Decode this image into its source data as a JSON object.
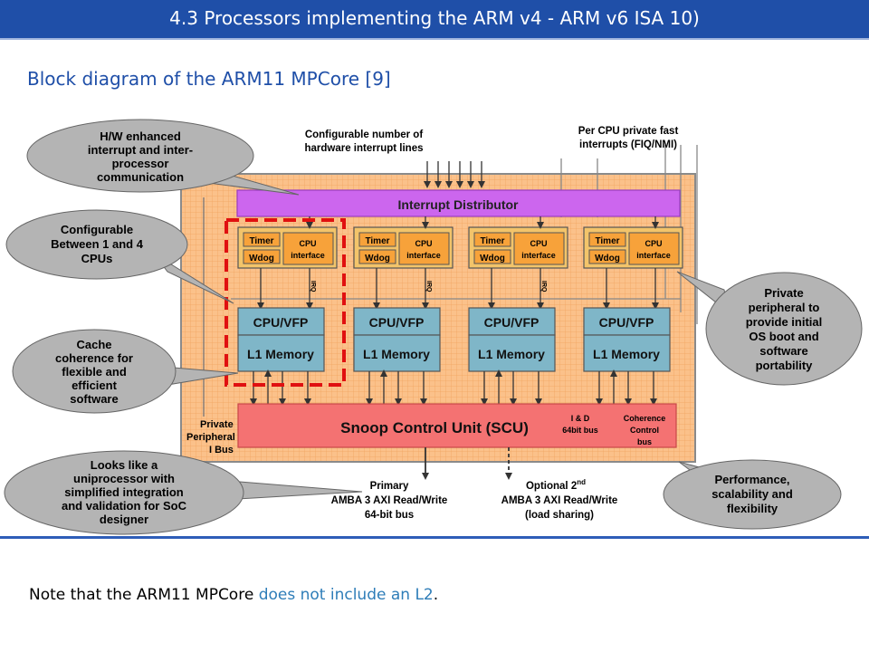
{
  "header": {
    "title": "4.3 Processors implementing the ARM v4 - ARM v6 ISA 10)"
  },
  "subtitle": "Block diagram of the ARM11 MPCore [9]",
  "diagram": {
    "interrupt_distributor": "Interrupt Distributor",
    "timer_label": "Timer",
    "wdog_label": "Wdog",
    "cpu_interface_line1": "CPU",
    "cpu_interface_line2": "interface",
    "irq_label": "IRQ",
    "cpu_vfp": "CPU/VFP",
    "l1_memory": "L1 Memory",
    "scu": "Snoop Control Unit (SCU)",
    "id_bus_line1": "I & D",
    "id_bus_line2": "64bit bus",
    "coherence_line1": "Coherence",
    "coherence_line2": "Control",
    "coherence_line3": "bus",
    "private_bus_line1": "Private",
    "private_bus_line2": "Peripheral",
    "private_bus_line3": "I Bus",
    "top_interrupt_lines_1": "Configurable number of",
    "top_interrupt_lines_2": "hardware interrupt lines",
    "top_fiq_1": "Per CPU private fast",
    "top_fiq_2": "interrupts (FIQ/NMI)",
    "primary_1": "Primary",
    "primary_2": "AMBA 3 AXI Read/Write",
    "primary_3": "64-bit bus",
    "optional_1": "Optional 2",
    "optional_sup": "nd",
    "optional_2": "AMBA 3 AXI Read/Write",
    "optional_3": "(load sharing)",
    "callout_hw_1": "H/W enhanced",
    "callout_hw_2": "interrupt and inter-",
    "callout_hw_3": "processor",
    "callout_hw_4": "communication",
    "callout_cfg_1": "Configurable",
    "callout_cfg_2": "Between 1 and 4",
    "callout_cfg_3": "CPUs",
    "callout_cache_1": "Cache",
    "callout_cache_2": "coherence for",
    "callout_cache_3": "flexible and",
    "callout_cache_4": "efficient",
    "callout_cache_5": "software",
    "callout_uni_1": "Looks like a",
    "callout_uni_2": "uniprocessor with",
    "callout_uni_3": "simplified integration",
    "callout_uni_4": "and validation for SoC",
    "callout_uni_5": "designer",
    "callout_priv_1": "Private",
    "callout_priv_2": "peripheral to",
    "callout_priv_3": "provide initial",
    "callout_priv_4": "OS boot and",
    "callout_priv_5": "software",
    "callout_priv_6": "portability",
    "callout_perf_1": "Performance,",
    "callout_perf_2": "scalability and",
    "callout_perf_3": "flexibility"
  },
  "note": {
    "prefix": "Note that the ARM11 MPCore ",
    "highlight": "does not include an L2",
    "suffix": "."
  },
  "colors": {
    "title_bar": "#1f4fa8",
    "subtitle": "#1f4fa8",
    "board": "#fbc18a",
    "distributor": "#cc66ee",
    "scu": "#f47272",
    "cpu_block": "#7fb6c8",
    "callout": "#b4b4b4"
  }
}
